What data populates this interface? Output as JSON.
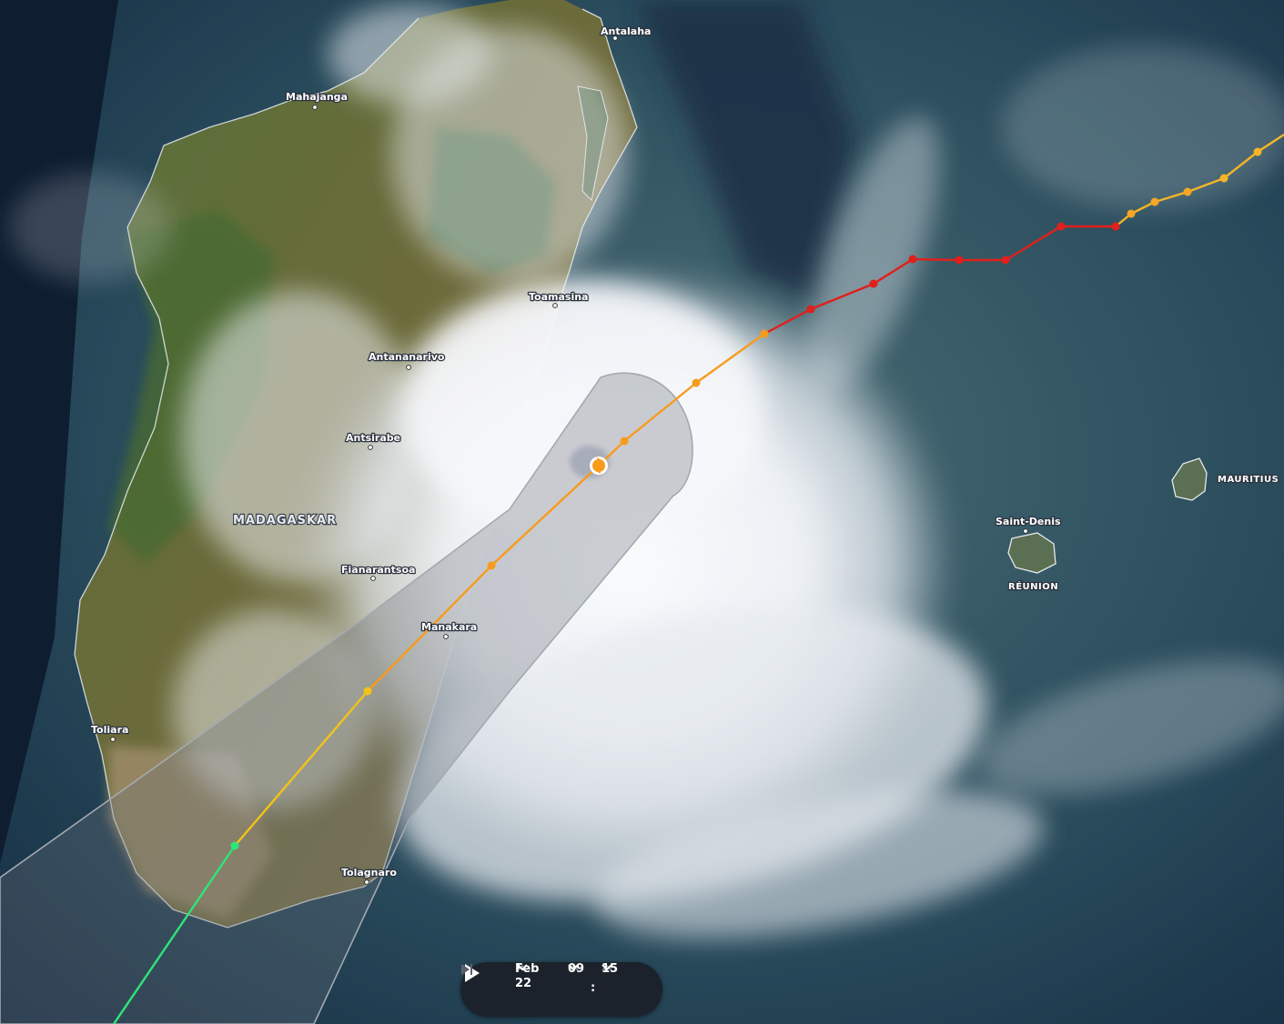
{
  "map": {
    "country_label": "MADAGASKAR",
    "cities": [
      {
        "name": "Antalaha"
      },
      {
        "name": "Mahajanga"
      },
      {
        "name": "Toamasina"
      },
      {
        "name": "Antananarivo"
      },
      {
        "name": "Antsirabe"
      },
      {
        "name": "Fianarantsoa"
      },
      {
        "name": "Manakara"
      },
      {
        "name": "Toliara"
      },
      {
        "name": "Tolagnaro"
      },
      {
        "name": "Saint-Denis"
      }
    ],
    "islands": [
      {
        "name": "RÉUNION"
      },
      {
        "name": "MAURITIUS"
      }
    ],
    "track_colors": {
      "past_orange": "#f5a623",
      "past_red": "#e0201c",
      "forecast_orange": "#f79b1c",
      "forecast_yellow": "#f2c21a",
      "forecast_green": "#2ee57a",
      "cone": "#9aa0a6"
    },
    "storm_icon": "storm-center-icon"
  },
  "timeline": {
    "date": "Feb 22",
    "hour": "09",
    "separator": ":",
    "minute": "15",
    "play_icon": "play-icon",
    "skip_icon": "skip-to-end-icon"
  }
}
